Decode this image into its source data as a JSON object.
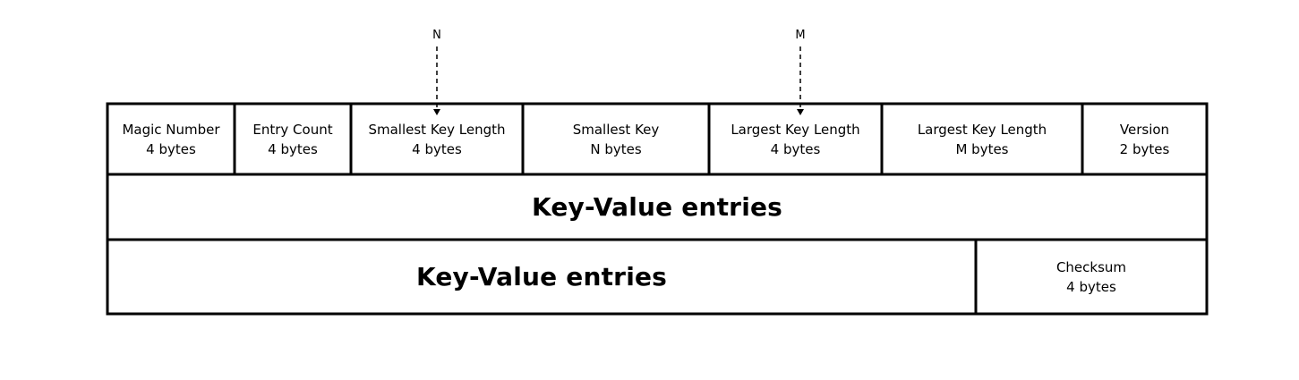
{
  "header_fields": [
    {
      "name": "Magic Number",
      "size": "4 bytes"
    },
    {
      "name": "Entry Count",
      "size": "4 bytes"
    },
    {
      "name": "Smallest Key Length",
      "size": "4 bytes"
    },
    {
      "name": "Smallest Key",
      "size": "N bytes"
    },
    {
      "name": "Largest Key Length",
      "size": "4 bytes"
    },
    {
      "name": "Largest Key Length",
      "size": "M bytes"
    },
    {
      "name": "Version",
      "size": "2 bytes"
    }
  ],
  "markers": {
    "n": "N",
    "m": "M"
  },
  "row2": {
    "label": "Key-Value entries"
  },
  "row3": {
    "label": "Key-Value entries",
    "checksum_name": "Checksum",
    "checksum_size": "4 bytes"
  }
}
